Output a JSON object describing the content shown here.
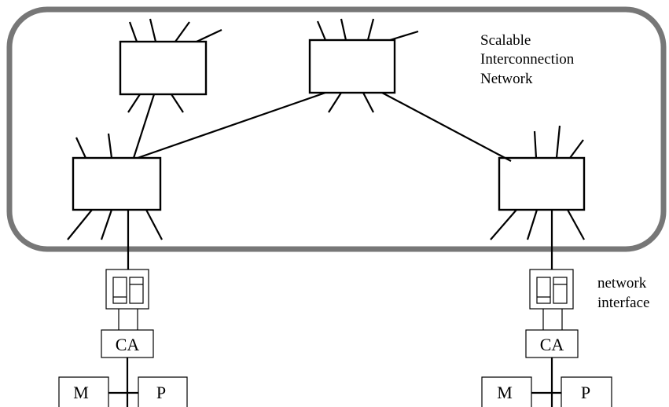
{
  "network_label": [
    "Scalable",
    "Interconnection",
    "Network"
  ],
  "interface_label": [
    "network",
    "interface"
  ],
  "nodes": [
    {
      "ca_label": "CA",
      "memory_label": "M",
      "processor_label": "P"
    },
    {
      "ca_label": "CA",
      "memory_label": "M",
      "processor_label": "P"
    }
  ],
  "colors": {
    "network_boundary": "#777777",
    "lines": "#000000",
    "background": "#ffffff"
  }
}
